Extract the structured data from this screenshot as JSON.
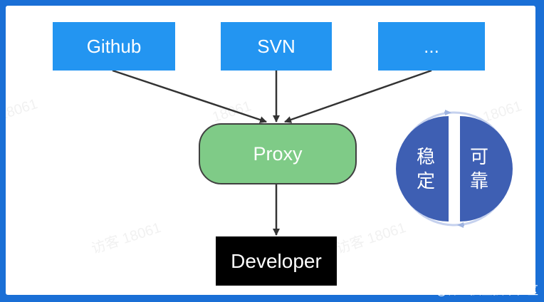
{
  "diagram": {
    "sources": [
      {
        "label": "Github"
      },
      {
        "label": "SVN"
      },
      {
        "label": "..."
      }
    ],
    "proxy": {
      "label": "Proxy"
    },
    "developer": {
      "label": "Developer"
    },
    "cycle": {
      "left": "稳\n定",
      "right": "可\n靠"
    }
  },
  "watermark": {
    "text": "18061",
    "text_prefixed": "访客 18061"
  },
  "credit": "@稀土掘金技术社区",
  "colors": {
    "frame": "#1a6fd6",
    "source_box": "#2395f1",
    "proxy_fill": "#7fcb87",
    "developer_fill": "#000000",
    "cycle_fill": "#3e5fb3"
  }
}
